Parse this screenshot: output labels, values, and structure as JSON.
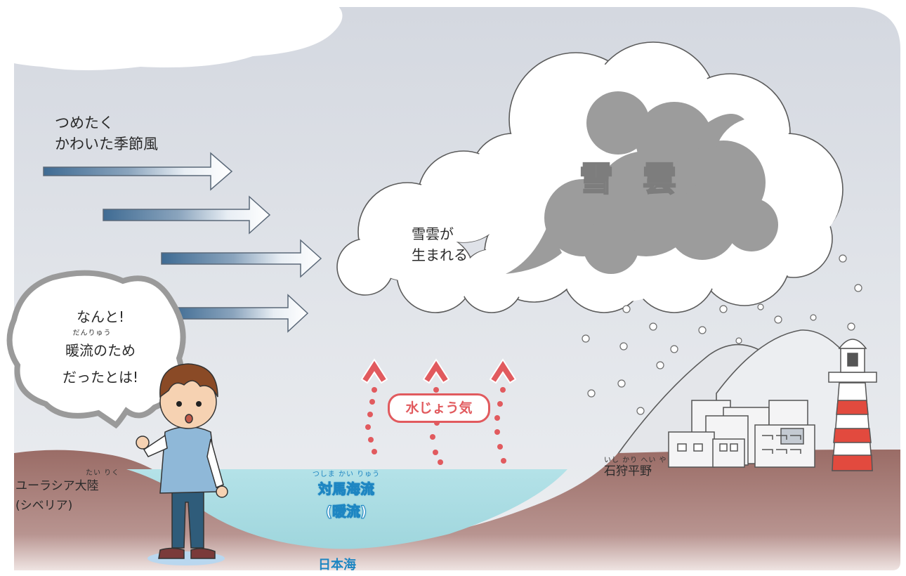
{
  "wind": {
    "line1": "つめたく",
    "line2": "かわいた季節風"
  },
  "cloud": {
    "small_line1": "雪雲が",
    "small_line2": "生まれる",
    "big_char1": "雪",
    "big_char2": "雲"
  },
  "speech": {
    "line1": "なんと!",
    "ruby": "だんりゅう",
    "line2": "暖流のため",
    "line3": "だったとは!"
  },
  "vapor": {
    "label": "水じょう気"
  },
  "land_left": {
    "ruby": "たい りく",
    "line1": "ユーラシア大陸",
    "line2": "(シベリア)"
  },
  "current": {
    "ruby": "つしま  かい りゅう",
    "line1": "対馬海流",
    "line2": "(暖流)"
  },
  "sea": {
    "label": "日本海"
  },
  "plain": {
    "ruby": "いし かり へい や",
    "label": "石狩平野"
  },
  "colors": {
    "sky_top": "#dfe2e8",
    "ground": "#9c6e6a",
    "sea": "#a9dde4",
    "current_text": "#1e86c2",
    "vapor": "#e15a5e",
    "storm_cloud": "#9a9a9a"
  }
}
